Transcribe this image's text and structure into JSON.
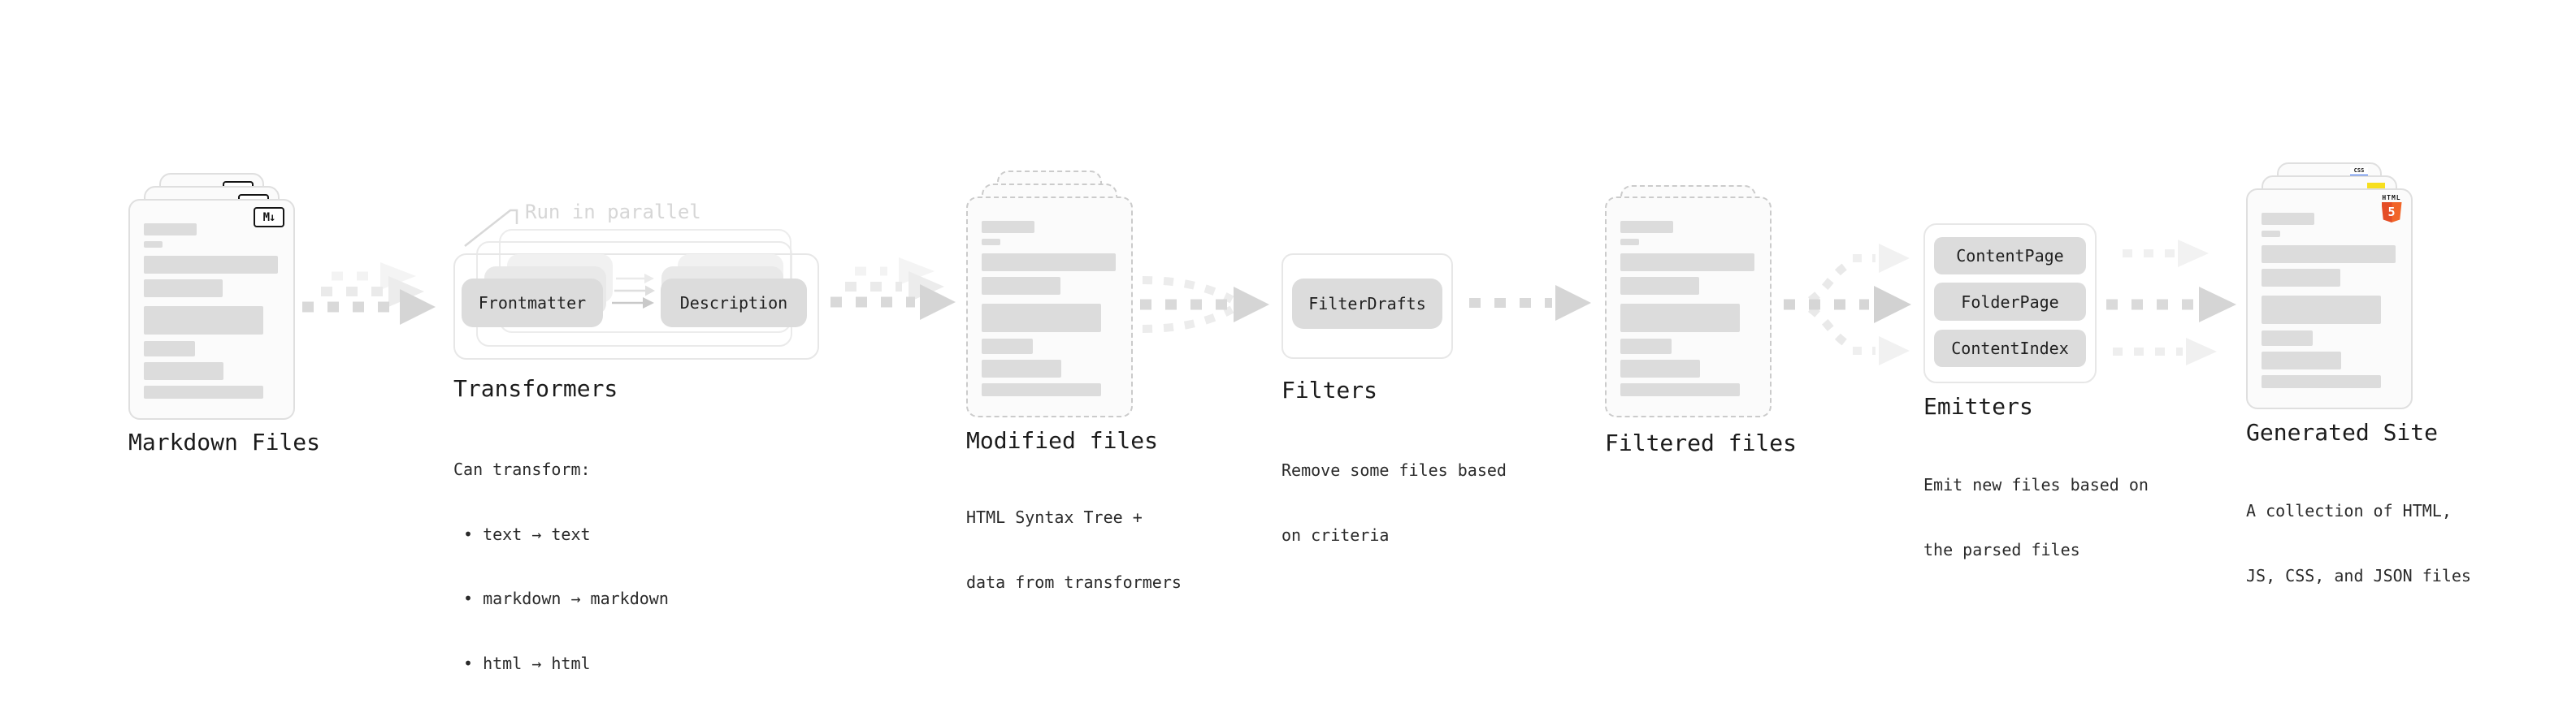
{
  "stages": {
    "markdown": {
      "title": "Markdown Files"
    },
    "transformers": {
      "title": "Transformers",
      "note": "Run in parallel",
      "pill_left": "Frontmatter",
      "pill_right": "Description",
      "desc": "Can transform:",
      "bullets": [
        "• text → text",
        "• markdown → markdown",
        "• html → html"
      ]
    },
    "modified": {
      "title": "Modified files",
      "desc1": "HTML Syntax Tree +",
      "desc2": "data from transformers"
    },
    "filters": {
      "title": "Filters",
      "pill": "FilterDrafts",
      "desc1": "Remove some files based",
      "desc2": "on criteria"
    },
    "filtered": {
      "title": "Filtered files"
    },
    "emitters": {
      "title": "Emitters",
      "pills": [
        "ContentPage",
        "FolderPage",
        "ContentIndex"
      ],
      "desc1": "Emit new files based on",
      "desc2": "the parsed files"
    },
    "generated": {
      "title": "Generated Site",
      "desc1": "A collection of HTML,",
      "desc2": "JS, CSS, and JSON files"
    }
  },
  "icons": {
    "markdown_badge": "M↓",
    "html5_label": "HTML",
    "html5_number": "5",
    "css_label": "CSS"
  },
  "colors": {
    "arrow": "#d9d9d9",
    "arrow_head": "#d5d5d5",
    "arrow_ghost": "#ececec",
    "arrow_ghost_light": "#f3f3f3",
    "card_border": "#dfdfdf",
    "card_fill": "#fbfbfb",
    "skeleton": "#dcdcdc",
    "pill_fill": "#dcdcdc",
    "note_text": "#d6d6d6",
    "title_text": "#1b1b1b",
    "html5_orange": "#e44d26",
    "js_yellow": "#f7df1e",
    "css_blue": "#2965f1"
  }
}
